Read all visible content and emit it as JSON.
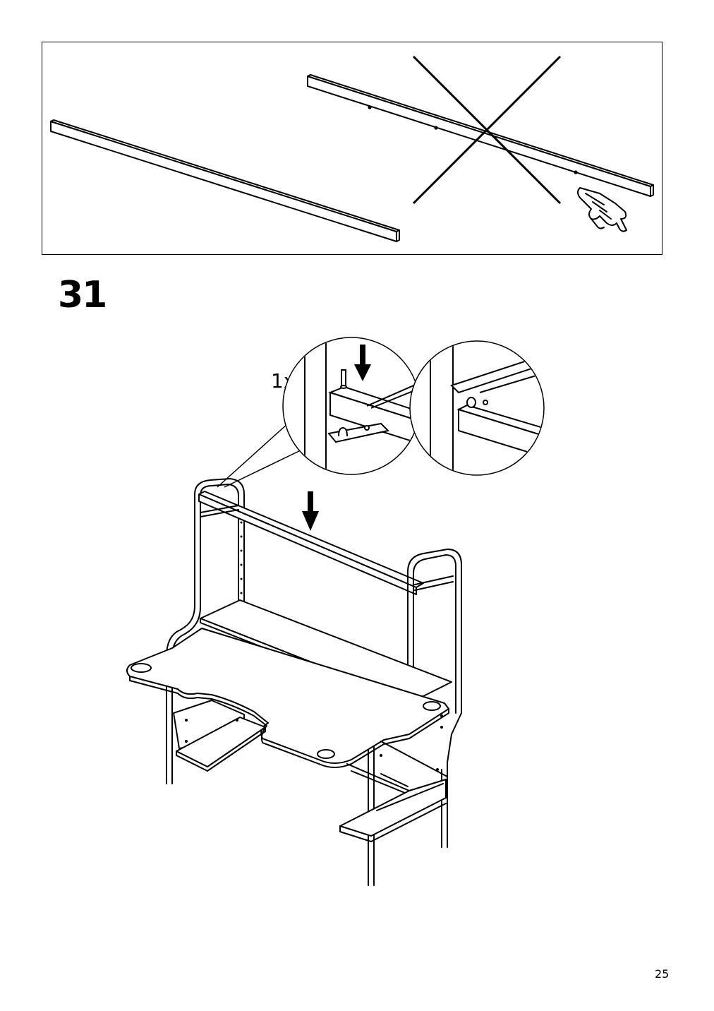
{
  "step": {
    "number": "31"
  },
  "detail": {
    "quantity_label": "1x"
  },
  "footer": {
    "page_number": "25"
  }
}
